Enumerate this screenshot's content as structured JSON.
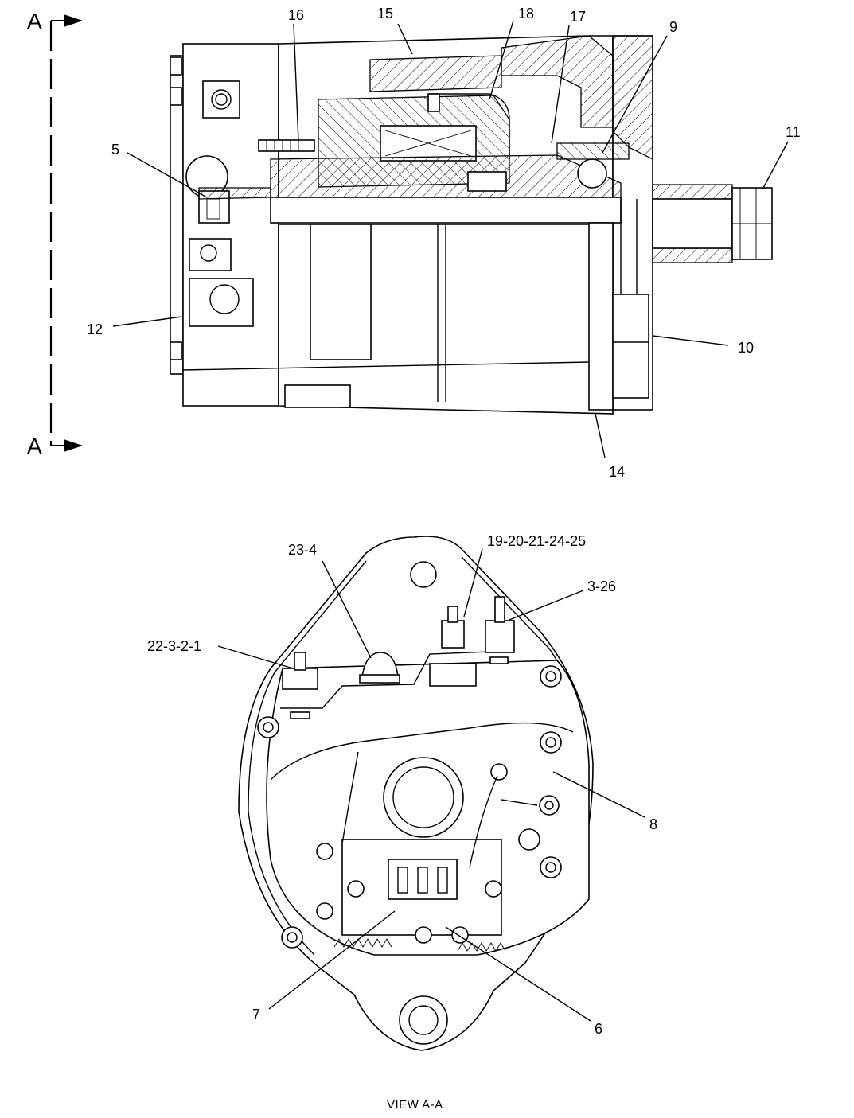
{
  "section": {
    "letter_top": "A",
    "letter_bottom": "A"
  },
  "callouts": {
    "c16": "16",
    "c15": "15",
    "c18": "18",
    "c17": "17",
    "c9": "9",
    "c5": "5",
    "c11": "11",
    "c12": "12",
    "c10": "10",
    "c14": "14",
    "c23_4": "23-4",
    "c19_25": "19-20-21-24-25",
    "c3_26": "3-26",
    "c22_1": "22-3-2-1",
    "c8": "8",
    "c7": "7",
    "c6": "6"
  },
  "view_caption": "VIEW  A-A"
}
